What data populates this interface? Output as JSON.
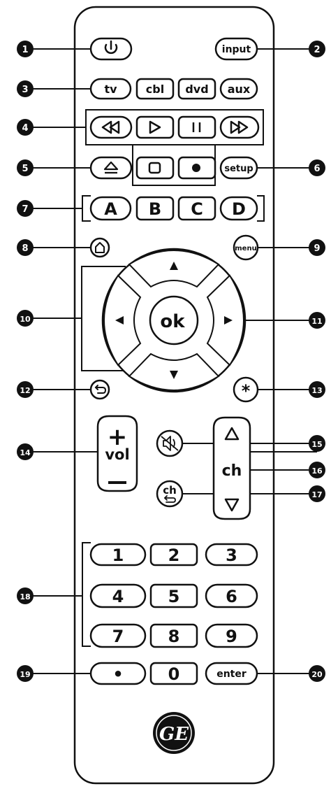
{
  "remote": {
    "top_row": {
      "input": "input"
    },
    "source_row": {
      "tv": "tv",
      "cbl": "cbl",
      "dvd": "dvd",
      "aux": "aux"
    },
    "setup": "setup",
    "letters": {
      "a": "A",
      "b": "B",
      "c": "C",
      "d": "D"
    },
    "menu": "menu",
    "ok": "ok",
    "star": "*",
    "vol": {
      "label": "vol",
      "plus": "+",
      "minus": "—"
    },
    "ch": {
      "label": "ch"
    },
    "ch_return": "ch",
    "numbers": [
      "1",
      "2",
      "3",
      "4",
      "5",
      "6",
      "7",
      "8",
      "9"
    ],
    "zero": "0",
    "dot": "•",
    "enter": "enter",
    "logo": "GE"
  },
  "callouts": [
    "1",
    "2",
    "3",
    "4",
    "5",
    "6",
    "7",
    "8",
    "9",
    "10",
    "11",
    "12",
    "13",
    "14",
    "15",
    "16",
    "17",
    "18",
    "19",
    "20"
  ],
  "icons": {
    "power": "power-icon",
    "rewind": "rewind-icon",
    "play": "play-icon",
    "pause": "pause-icon",
    "fast_forward": "fast-forward-icon",
    "eject": "eject-icon",
    "stop": "stop-icon",
    "record": "record-icon",
    "home": "home-icon",
    "up": "arrow-up-icon",
    "down": "arrow-down-icon",
    "left": "arrow-left-icon",
    "right": "arrow-right-icon",
    "back": "back-icon",
    "mute": "mute-icon",
    "ch_up": "ch-up-icon",
    "ch_down": "ch-down-icon"
  },
  "colors": {
    "ink": "#111111",
    "body": "#ffffff",
    "badge": "#111111"
  }
}
